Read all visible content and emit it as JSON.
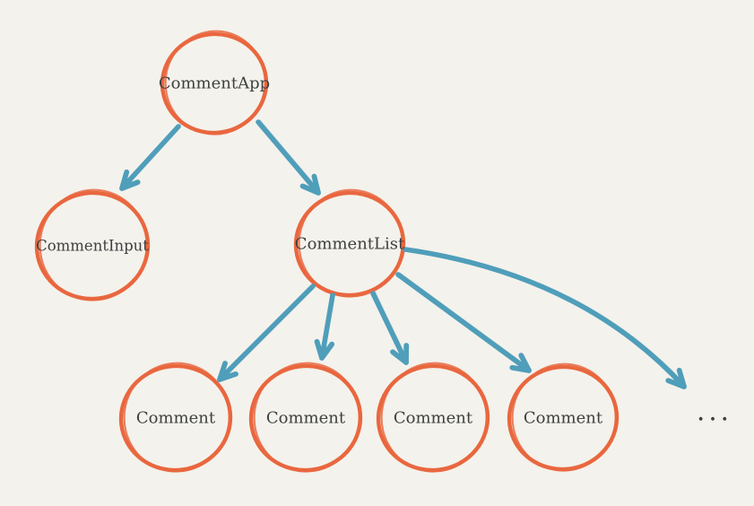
{
  "diagram": {
    "type": "tree",
    "nodes": [
      {
        "id": "comment-app",
        "label": "CommentApp"
      },
      {
        "id": "comment-input",
        "label": "CommentInput"
      },
      {
        "id": "comment-list",
        "label": "CommentList"
      },
      {
        "id": "comment-1",
        "label": "Comment"
      },
      {
        "id": "comment-2",
        "label": "Comment"
      },
      {
        "id": "comment-3",
        "label": "Comment"
      },
      {
        "id": "comment-4",
        "label": "Comment"
      }
    ],
    "edges": [
      {
        "from": "comment-app",
        "to": "comment-input"
      },
      {
        "from": "comment-app",
        "to": "comment-list"
      },
      {
        "from": "comment-list",
        "to": "comment-1"
      },
      {
        "from": "comment-list",
        "to": "comment-2"
      },
      {
        "from": "comment-list",
        "to": "comment-3"
      },
      {
        "from": "comment-list",
        "to": "comment-4"
      },
      {
        "from": "comment-list",
        "to": "ellipsis"
      }
    ],
    "ellipsis": "...",
    "colors": {
      "background": "#f4f2ec",
      "node_stroke": "#e9673f",
      "arrow": "#4f9eba",
      "label_text": "#3e4040"
    }
  }
}
